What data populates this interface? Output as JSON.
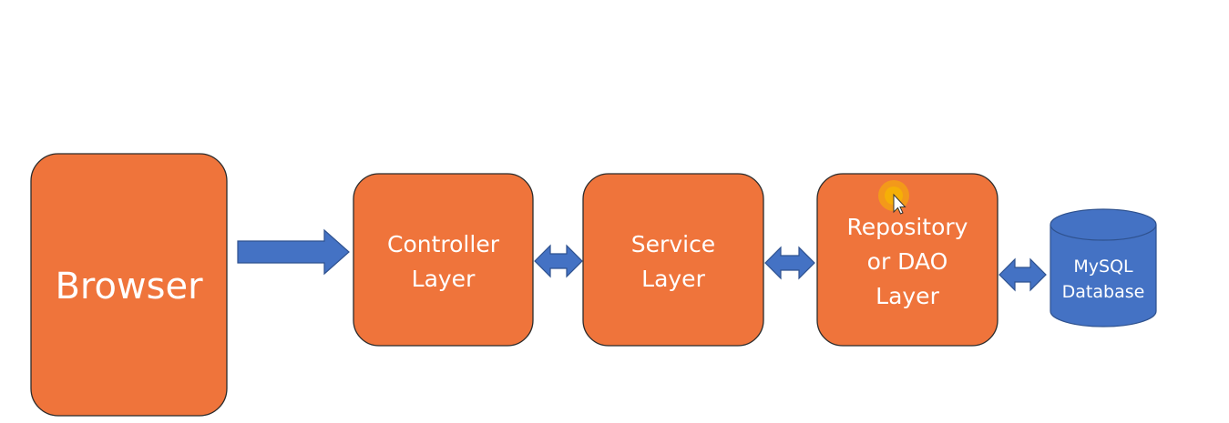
{
  "colors": {
    "box_fill": "#ef743b",
    "box_stroke": "#2b2b2b",
    "arrow_fill": "#4472c4",
    "arrow_stroke": "#2f528f",
    "database_fill": "#4472c4",
    "database_stroke": "#2f528f",
    "label_color": "#ffffff",
    "cursor_highlight": "#f5b800"
  },
  "nodes": {
    "browser": {
      "label": "Browser"
    },
    "controller": {
      "line1": "Controller",
      "line2": "Layer"
    },
    "service": {
      "line1": "Service",
      "line2": "Layer"
    },
    "repository": {
      "line1": "Repository",
      "line2": "or DAO",
      "line3": "Layer"
    },
    "database": {
      "line1": "MySQL",
      "line2": "Database"
    }
  },
  "edges": [
    {
      "from": "browser",
      "to": "controller",
      "direction": "one-way"
    },
    {
      "from": "controller",
      "to": "service",
      "direction": "two-way"
    },
    {
      "from": "service",
      "to": "repository",
      "direction": "two-way"
    },
    {
      "from": "repository",
      "to": "database",
      "direction": "two-way"
    }
  ],
  "overlay": {
    "cursor_icon": "mouse-pointer-icon"
  }
}
